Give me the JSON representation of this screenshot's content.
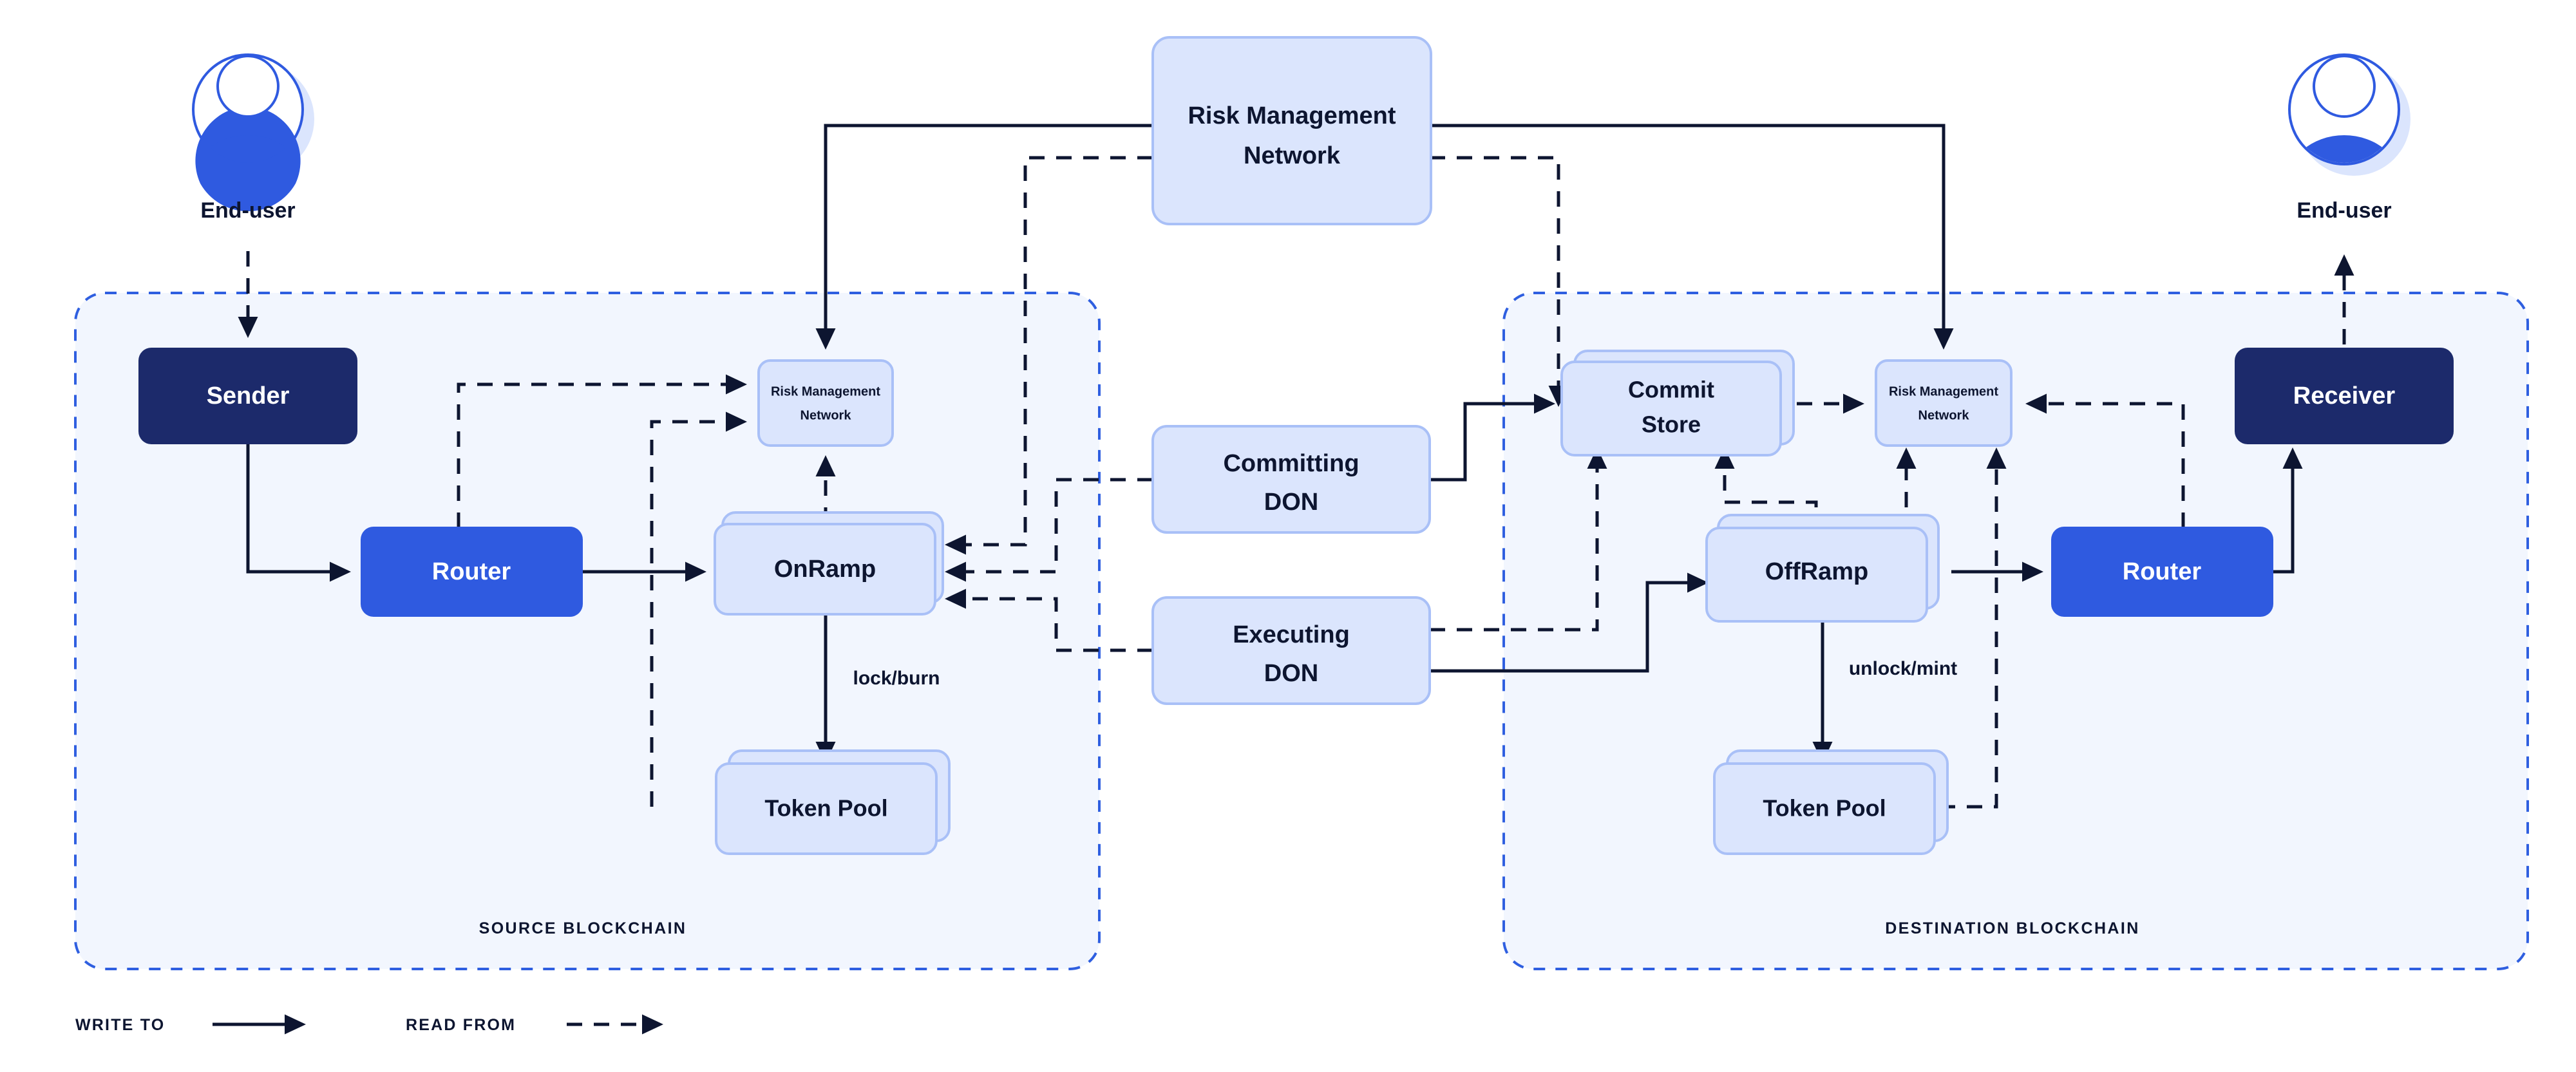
{
  "diagram": {
    "title": "CCIP cross-chain architecture",
    "colors": {
      "dark_navy": "#1c2a6b",
      "brand_blue": "#2f5ae0",
      "card_fill": "#dbe5fd",
      "card_stroke": "#a9c0f7",
      "zone_fill": "#f2f6fe",
      "zone_stroke": "#2f5fe0",
      "line": "#0d1530",
      "page_bg": "#ffffff"
    },
    "actors": {
      "left": {
        "label": "End-user",
        "icon": "user-avatar-icon"
      },
      "right": {
        "label": "End-user",
        "icon": "user-avatar-icon"
      }
    },
    "zones": [
      {
        "id": "source",
        "label": "SOURCE BLOCKCHAIN"
      },
      {
        "id": "destination",
        "label": "DESTINATION BLOCKCHAIN"
      }
    ],
    "nodes": {
      "sender": {
        "label": "Sender",
        "style": "dark"
      },
      "router_source": {
        "label": "Router",
        "style": "blue"
      },
      "rmn_source": {
        "label_line1": "Risk  Management",
        "label_line2": "Network",
        "style": "card"
      },
      "onramp": {
        "label": "OnRamp",
        "style": "card-stack"
      },
      "token_pool_source": {
        "label": "Token Pool",
        "style": "card-stack"
      },
      "rmn_top": {
        "label_line1": "Risk  Management",
        "label_line2": "Network",
        "style": "card"
      },
      "committing_don": {
        "label_line1": "Committing",
        "label_line2": "DON",
        "style": "card"
      },
      "executing_don": {
        "label_line1": "Executing",
        "label_line2": "DON",
        "style": "card"
      },
      "commit_store": {
        "label_line1": "Commit",
        "label_line2": "Store",
        "style": "card-stack"
      },
      "rmn_dest": {
        "label_line1": "Risk  Management",
        "label_line2": "Network",
        "style": "card"
      },
      "offramp": {
        "label": "OffRamp",
        "style": "card-stack"
      },
      "token_pool_dest": {
        "label": "Token Pool",
        "style": "card-stack"
      },
      "router_dest": {
        "label": "Router",
        "style": "blue"
      },
      "receiver": {
        "label": "Receiver",
        "style": "dark"
      }
    },
    "edge_labels": {
      "lock_burn": "lock/burn",
      "unlock_mint": "unlock/mint"
    },
    "legend": [
      {
        "label": "WRITE TO",
        "line": "solid"
      },
      {
        "label": "READ FROM",
        "line": "dashed"
      }
    ]
  }
}
